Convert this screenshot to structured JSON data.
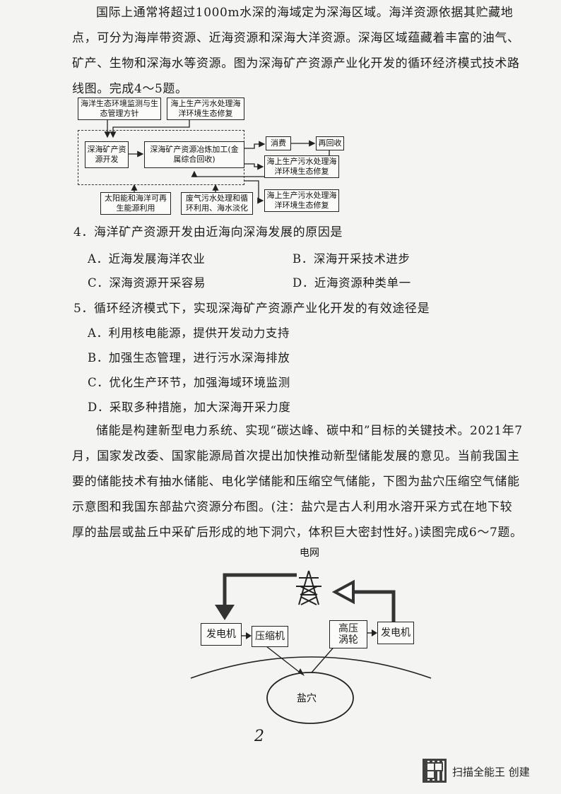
{
  "passage1": "国际上通常将超过1000m水深的海域定为深海区域。海洋资源依据其贮藏地点，可分为海岸带资源、近海资源和深海大洋资源。深海区域蕴藏着丰富的油气、矿产、生物和深海水等资源。图为深海矿产资源产业化开发的循环经济模式技术路线图。完成4～5题。",
  "diagram1": {
    "box_monitor": "海洋生态环境监测与生态管理方针",
    "box_wastewater_top": "海上生产污水处理海洋环境生态修复",
    "box_dev": "深海矿产资源开发",
    "box_process": "深海矿产资源冶炼加工(金属综合回收)",
    "box_consume": "消费",
    "box_recycle": "再回收",
    "box_wastewater_right1": "海上生产污水处理海洋环境生态修复",
    "box_wastewater_right2": "海上生产污水处理海洋环境生态修复",
    "box_solar": "太阳能和海洋可再生能源利用",
    "box_exhaust": "废气污水处理和循环利用、海水淡化"
  },
  "q4": {
    "stem": "4．海洋矿产资源开发由近海向深海发展的原因是",
    "A": "A．近海发展海洋农业",
    "B": "B．深海开采技术进步",
    "C": "C．深海资源开采容易",
    "D": "D．近海资源种类单一"
  },
  "q5": {
    "stem": "5．循环经济模式下，实现深海矿产资源产业化开发的有效途径是",
    "A": "A．利用核电能源，提供开发动力支持",
    "B": "B．加强生态管理，进行污水深海排放",
    "C": "C．优化生产环节，加强海域环境监测",
    "D": "D．采取多种措施，加大深海开采力度"
  },
  "passage2": "储能是构建新型电力系统、实现“碳达峰、碳中和”目标的关键技术。2021年7月，国家发改委、国家能源局首次提出加快推动新型储能发展的意见。当前我国主要的储能技术有抽水储能、电化学储能和压缩空气储能，下图为盐穴压缩空气储能示意图和我国东部盐穴资源分布图。(注：盐穴是古人利用水溶开采方式在地下较厚的盐层或盐丘中采矿后形成的地下洞穴，体积巨大密封性好。)读图完成6～7题。",
  "diagram2": {
    "grid": "电网",
    "gen_left": "发电机",
    "compressor": "压缩机",
    "turbine": "高压涡轮",
    "gen_right": "发电机",
    "salt_cavern": "盐穴"
  },
  "page_number": "2",
  "footer_text": "扫描全能王 创建"
}
